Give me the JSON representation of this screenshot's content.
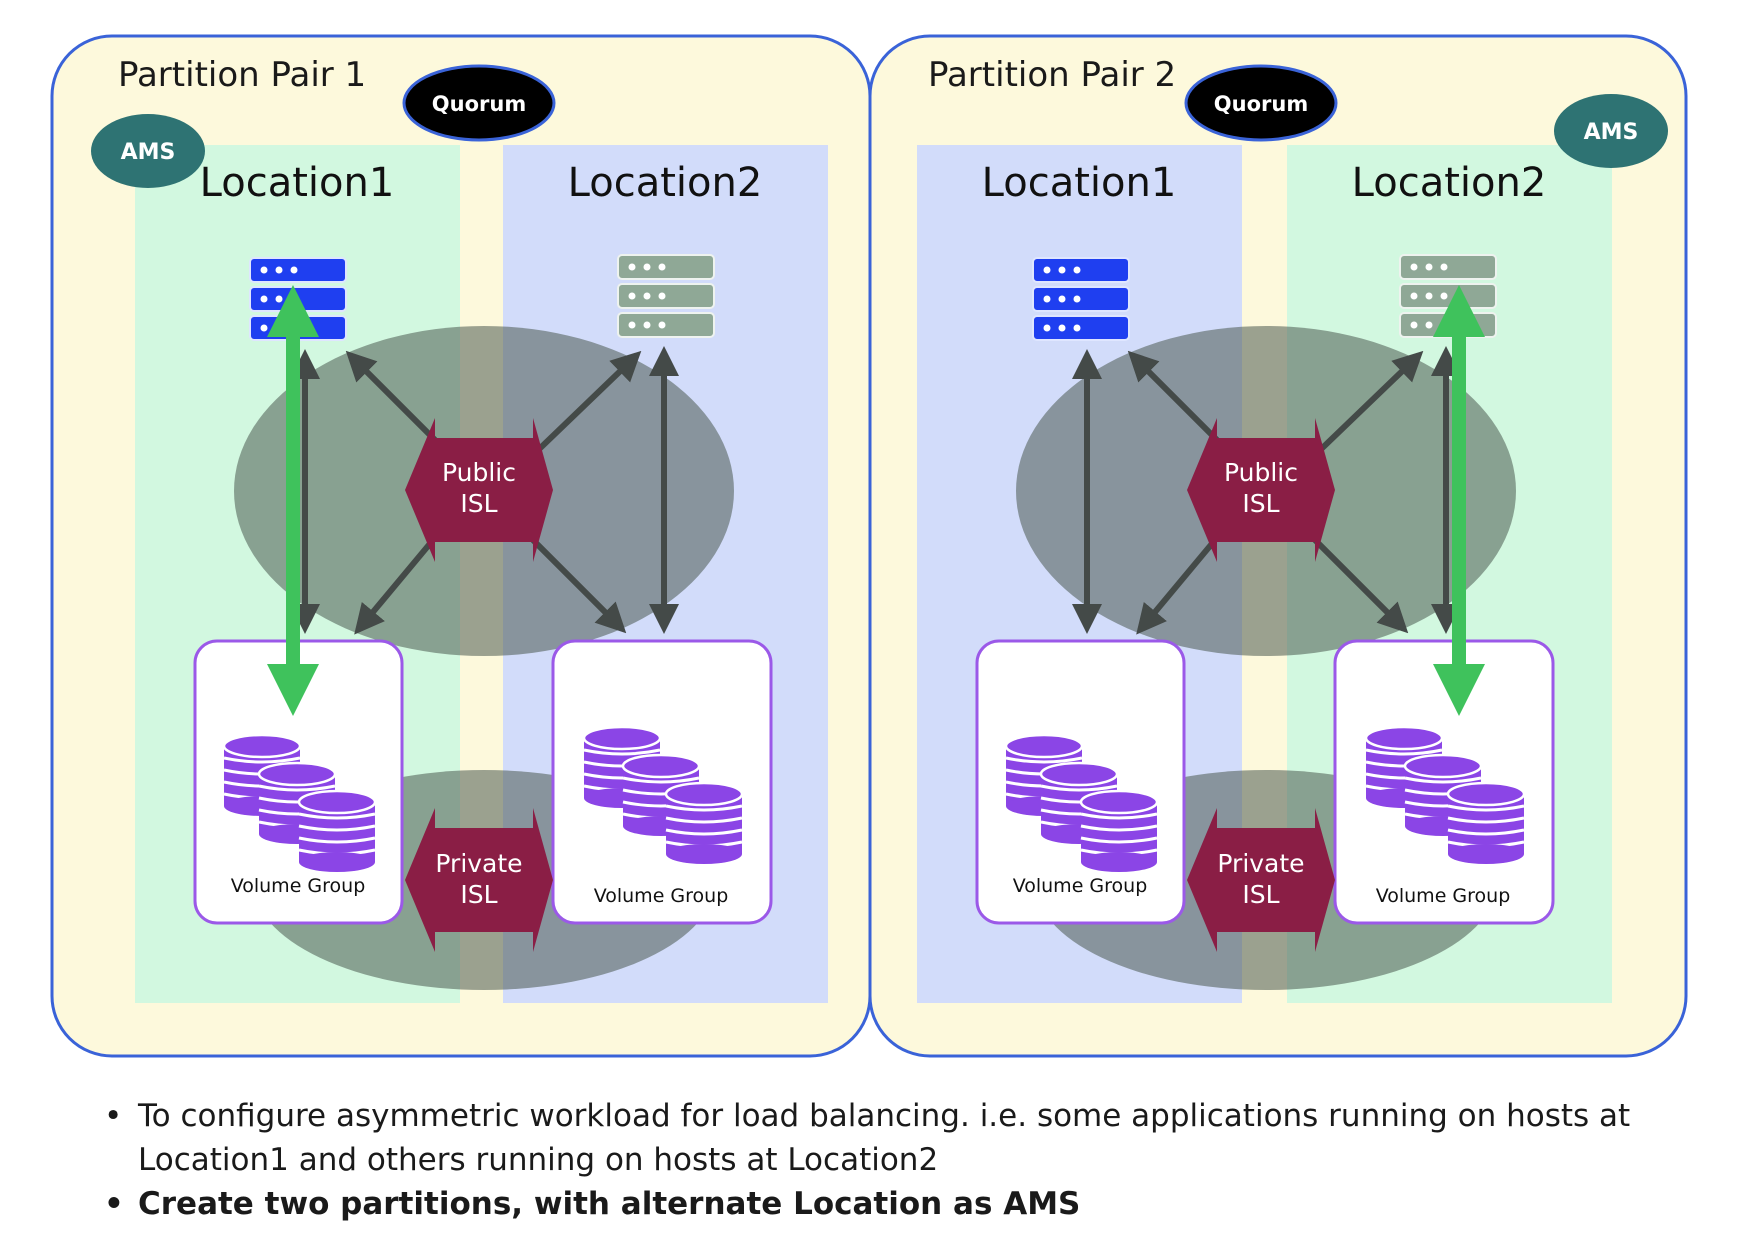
{
  "pairs": [
    {
      "title": "Partition Pair 1",
      "quorum": "Quorum",
      "ams": "AMS",
      "location_a": "Location1",
      "location_b": "Location2",
      "public_isl": [
        "Public",
        "ISL"
      ],
      "private_isl": [
        "Private",
        "ISL"
      ],
      "volume_group_a": "Volume Group",
      "volume_group_b": "Volume Group"
    },
    {
      "title": "Partition Pair 2",
      "quorum": "Quorum",
      "ams": "AMS",
      "location_a": "Location1",
      "location_b": "Location2",
      "public_isl": [
        "Public",
        "ISL"
      ],
      "private_isl": [
        "Private",
        "ISL"
      ],
      "volume_group_a": "Volume Group",
      "volume_group_b": "Volume Group"
    }
  ],
  "colors": {
    "partition_fill": "#fdf9dc",
    "partition_border": "#3a63d8",
    "green_zone": "#d2f8e0",
    "blue_zone": "#d2dcfa",
    "ellipse": "#7a8c80",
    "isl": "#8a1e45",
    "quorum": "#000000",
    "ams": "#2e7373",
    "active_host": "#1f3ff0",
    "passive_host": "#8fa896",
    "green_arrow": "#3fc25c",
    "disk": "#8b45e6",
    "volume_border": "#9b59e8"
  },
  "bullets": [
    "To configure asymmetric workload for load balancing. i.e. some applications running on hosts at Location1 and others running on hosts at Location2",
    "Create two partitions, with alternate Location as AMS"
  ]
}
